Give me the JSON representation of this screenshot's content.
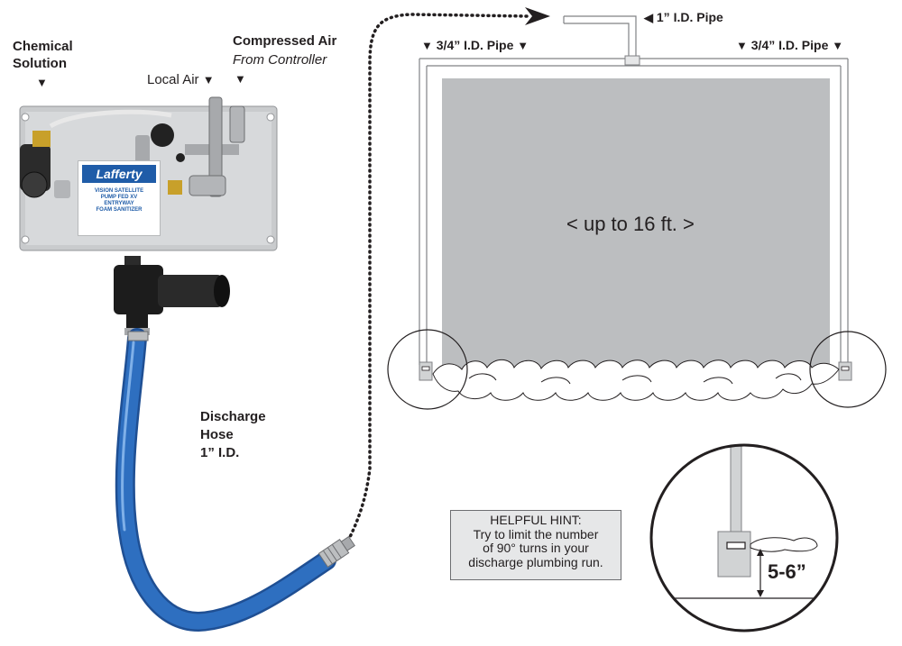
{
  "labels": {
    "chemical_solution": [
      "Chemical",
      "Solution"
    ],
    "local_air": "Local Air",
    "compressed_air": "Compressed Air",
    "from_controller": "From Controller",
    "discharge_hose": [
      "Discharge",
      "Hose",
      "1” I.D."
    ],
    "pipe_1": "1” I.D. Pipe",
    "pipe_34_left": "3/4” I.D. Pipe",
    "pipe_34_right": "3/4” I.D. Pipe",
    "opening_width": "< up to 16 ft. >",
    "nozzle_height": "5-6”",
    "down_arrow": "▼",
    "left_arrow": "◀"
  },
  "unit": {
    "brand": "Lafferty",
    "product_lines": [
      "VISION SATELLITE",
      "PUMP FED XV",
      "ENTRYWAY",
      "FOAM SANITIZER"
    ]
  },
  "hint": {
    "title": "HELPFUL HINT:",
    "lines": [
      "Try to limit the number",
      "of 90° turns in your",
      "discharge plumbing run."
    ]
  },
  "colors": {
    "hose": "#2e6fc0",
    "panel": "#c9cbcd",
    "door": "#bcbec0",
    "text": "#231f20",
    "brand_blue": "#1f5ca8"
  }
}
